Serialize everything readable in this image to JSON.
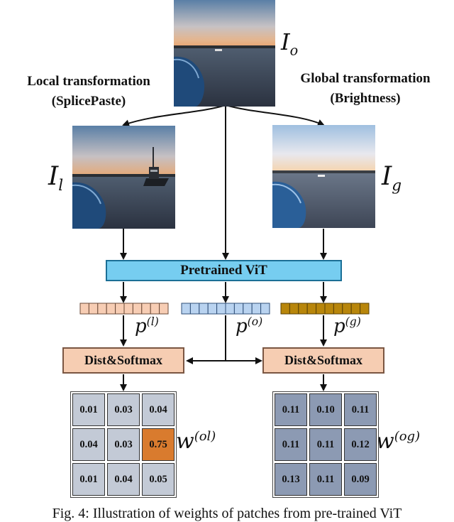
{
  "labels": {
    "local_line1": "Local transformation",
    "local_line2": "(SplicePaste)",
    "global_line1": "Global transformation",
    "global_line2": "(Brightness)"
  },
  "math": {
    "io_base": "I",
    "io_sub": "o",
    "il_base": "I",
    "il_sub": "l",
    "ig_base": "I",
    "ig_sub": "g",
    "pl_base": "p",
    "pl_sup": "(l)",
    "po_base": "p",
    "po_sup": "(o)",
    "pg_base": "p",
    "pg_sup": "(g)",
    "wol_base": "w",
    "wol_sup": "(ol)",
    "wog_base": "w",
    "wog_sup": "(og)"
  },
  "boxes": {
    "vit": "Pretrained ViT",
    "dist_left": "Dist&Softmax",
    "dist_right": "Dist&Softmax"
  },
  "grids": {
    "left": [
      "0.01",
      "0.03",
      "0.04",
      "0.04",
      "0.03",
      "0.75",
      "0.01",
      "0.04",
      "0.05"
    ],
    "right": [
      "0.11",
      "0.10",
      "0.11",
      "0.11",
      "0.11",
      "0.12",
      "0.13",
      "0.11",
      "0.09"
    ]
  },
  "colors": {
    "vit_fill": "#76cdf0",
    "dist_fill": "#f6cdb2",
    "patch_local": "#f7cdb4",
    "patch_original": "#b9d3f0",
    "patch_global": "#b8860b",
    "grid_left_cell": "#c3cad6",
    "grid_left_highlight": "#d97b2e",
    "grid_right_cell": "#8c9ab3"
  },
  "caption": "Fig. 4: Illustration of weights of patches from pre-trained ViT"
}
